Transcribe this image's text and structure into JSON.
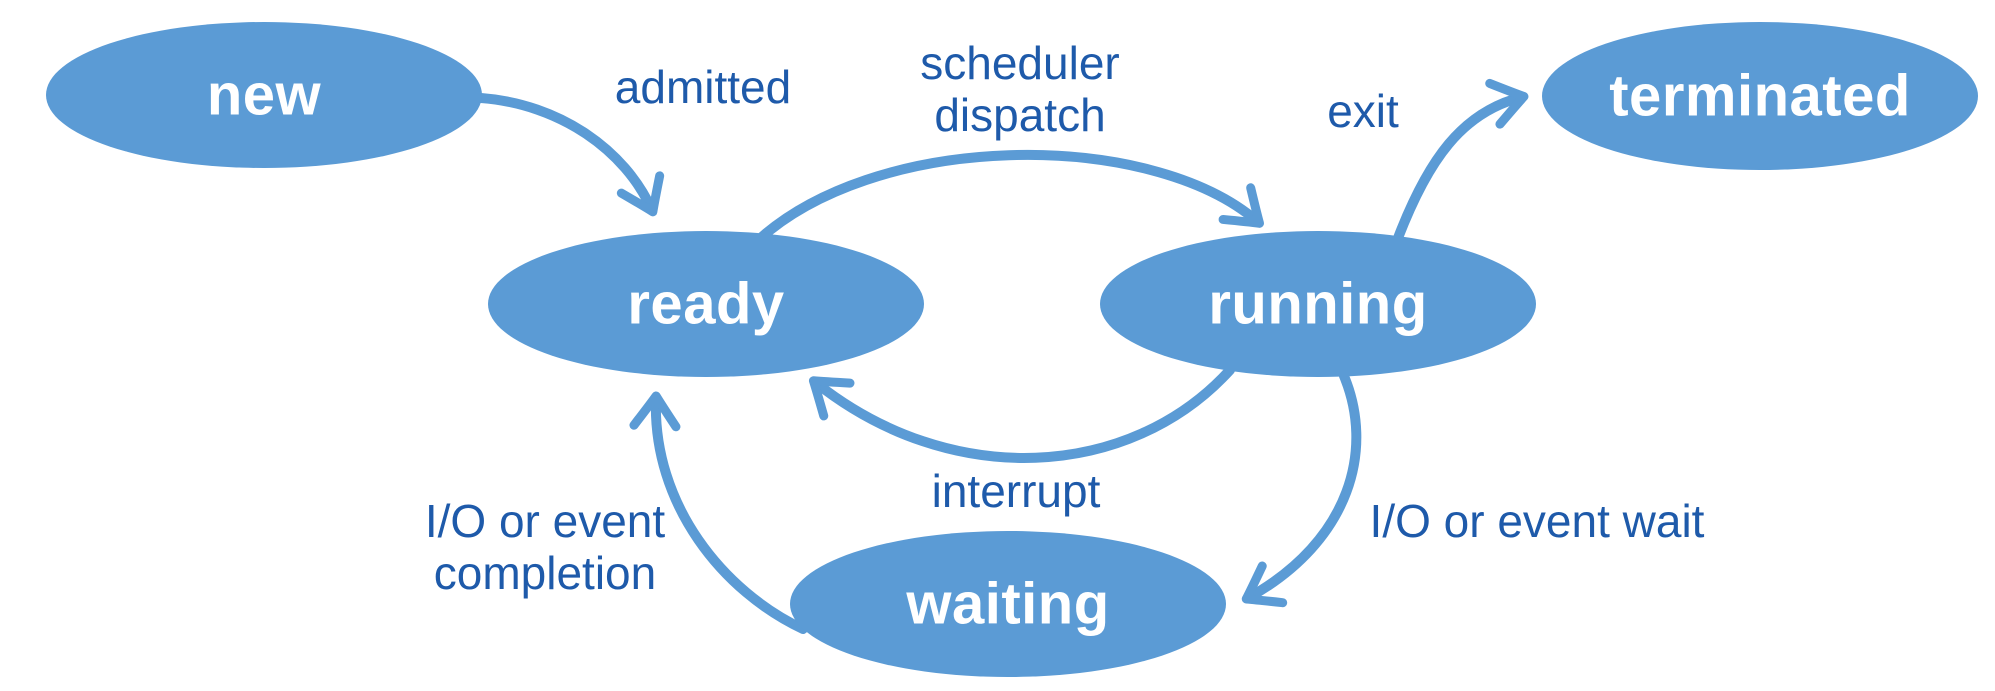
{
  "diagram": {
    "background": "#FFFFFF",
    "node_fill": "#5B9BD5",
    "node_text_color": "#FFFFFF",
    "arrow_color": "#5B9BD5",
    "label_color": "#1E5AAA",
    "states": [
      {
        "id": "new",
        "label": "new"
      },
      {
        "id": "ready",
        "label": "ready"
      },
      {
        "id": "running",
        "label": "running"
      },
      {
        "id": "waiting",
        "label": "waiting"
      },
      {
        "id": "terminated",
        "label": "terminated"
      }
    ],
    "transitions": [
      {
        "id": "admitted",
        "label": "admitted",
        "from": "new",
        "to": "ready"
      },
      {
        "id": "scheduler-dispatch",
        "label": "scheduler dispatch",
        "from": "ready",
        "to": "running"
      },
      {
        "id": "exit",
        "label": "exit",
        "from": "running",
        "to": "terminated"
      },
      {
        "id": "interrupt",
        "label": "interrupt",
        "from": "running",
        "to": "ready"
      },
      {
        "id": "io-wait",
        "label": "I/O or event wait",
        "from": "running",
        "to": "waiting"
      },
      {
        "id": "io-completion",
        "label": "I/O or event completion",
        "from": "waiting",
        "to": "ready"
      }
    ]
  }
}
